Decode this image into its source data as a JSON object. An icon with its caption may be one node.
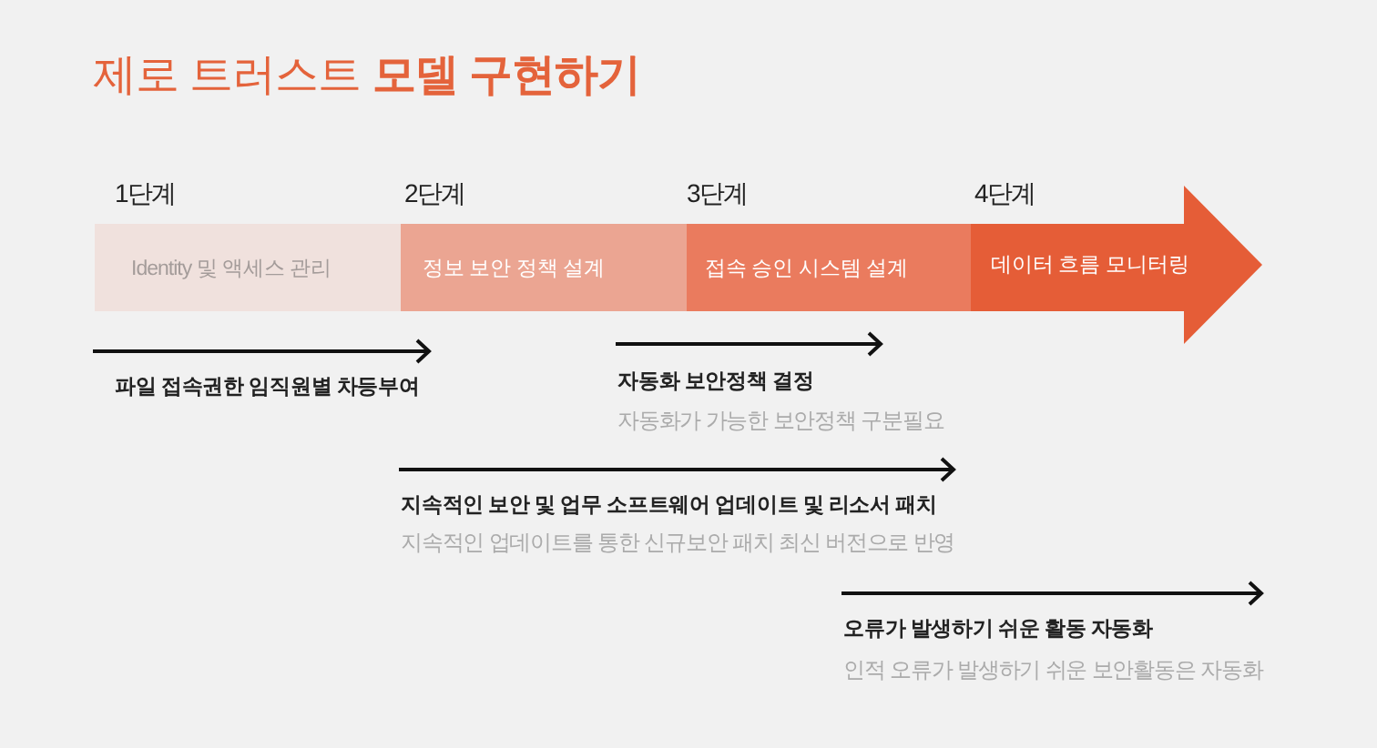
{
  "diagram": {
    "title": "제로 트러스트 **모델 구현하기**",
    "nodes": [
      {
        "text": [
          "1단계",
          "Identity 및 액세스 관리"
        ]
      },
      {
        "text": [
          "2단계",
          "정보 보안 정책 설계"
        ]
      },
      {
        "text": [
          "3단계",
          "접속 승인 시스템 설계"
        ]
      },
      {
        "text": [
          "4단계",
          "데이터 흐름 모니터링"
        ]
      }
    ],
    "labels": [
      "파일 접속권한 임직원별 차등부여",
      "자동화 보안정책 결정",
      "자동화가 가능한 보안정책 구분필요",
      "지속적인 보안 및 업무 소프트웨어 업데이트 및 리소서 패치",
      "지속적인 업데이트를 통한 신규보안 패치 최신 버전으로 반영",
      "오류가 발생하기 쉬운 활동 자동화",
      "인적 오류가 발생하기 쉬운 보안활동은 자동화"
    ]
  }
}
